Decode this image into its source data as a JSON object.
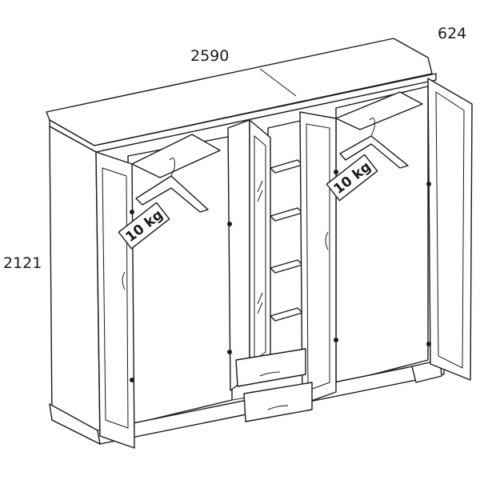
{
  "dimensions": {
    "width": "2590",
    "depth": "624",
    "height": "2121"
  },
  "hanger_labels": [
    "10 kg",
    "10 kg"
  ]
}
